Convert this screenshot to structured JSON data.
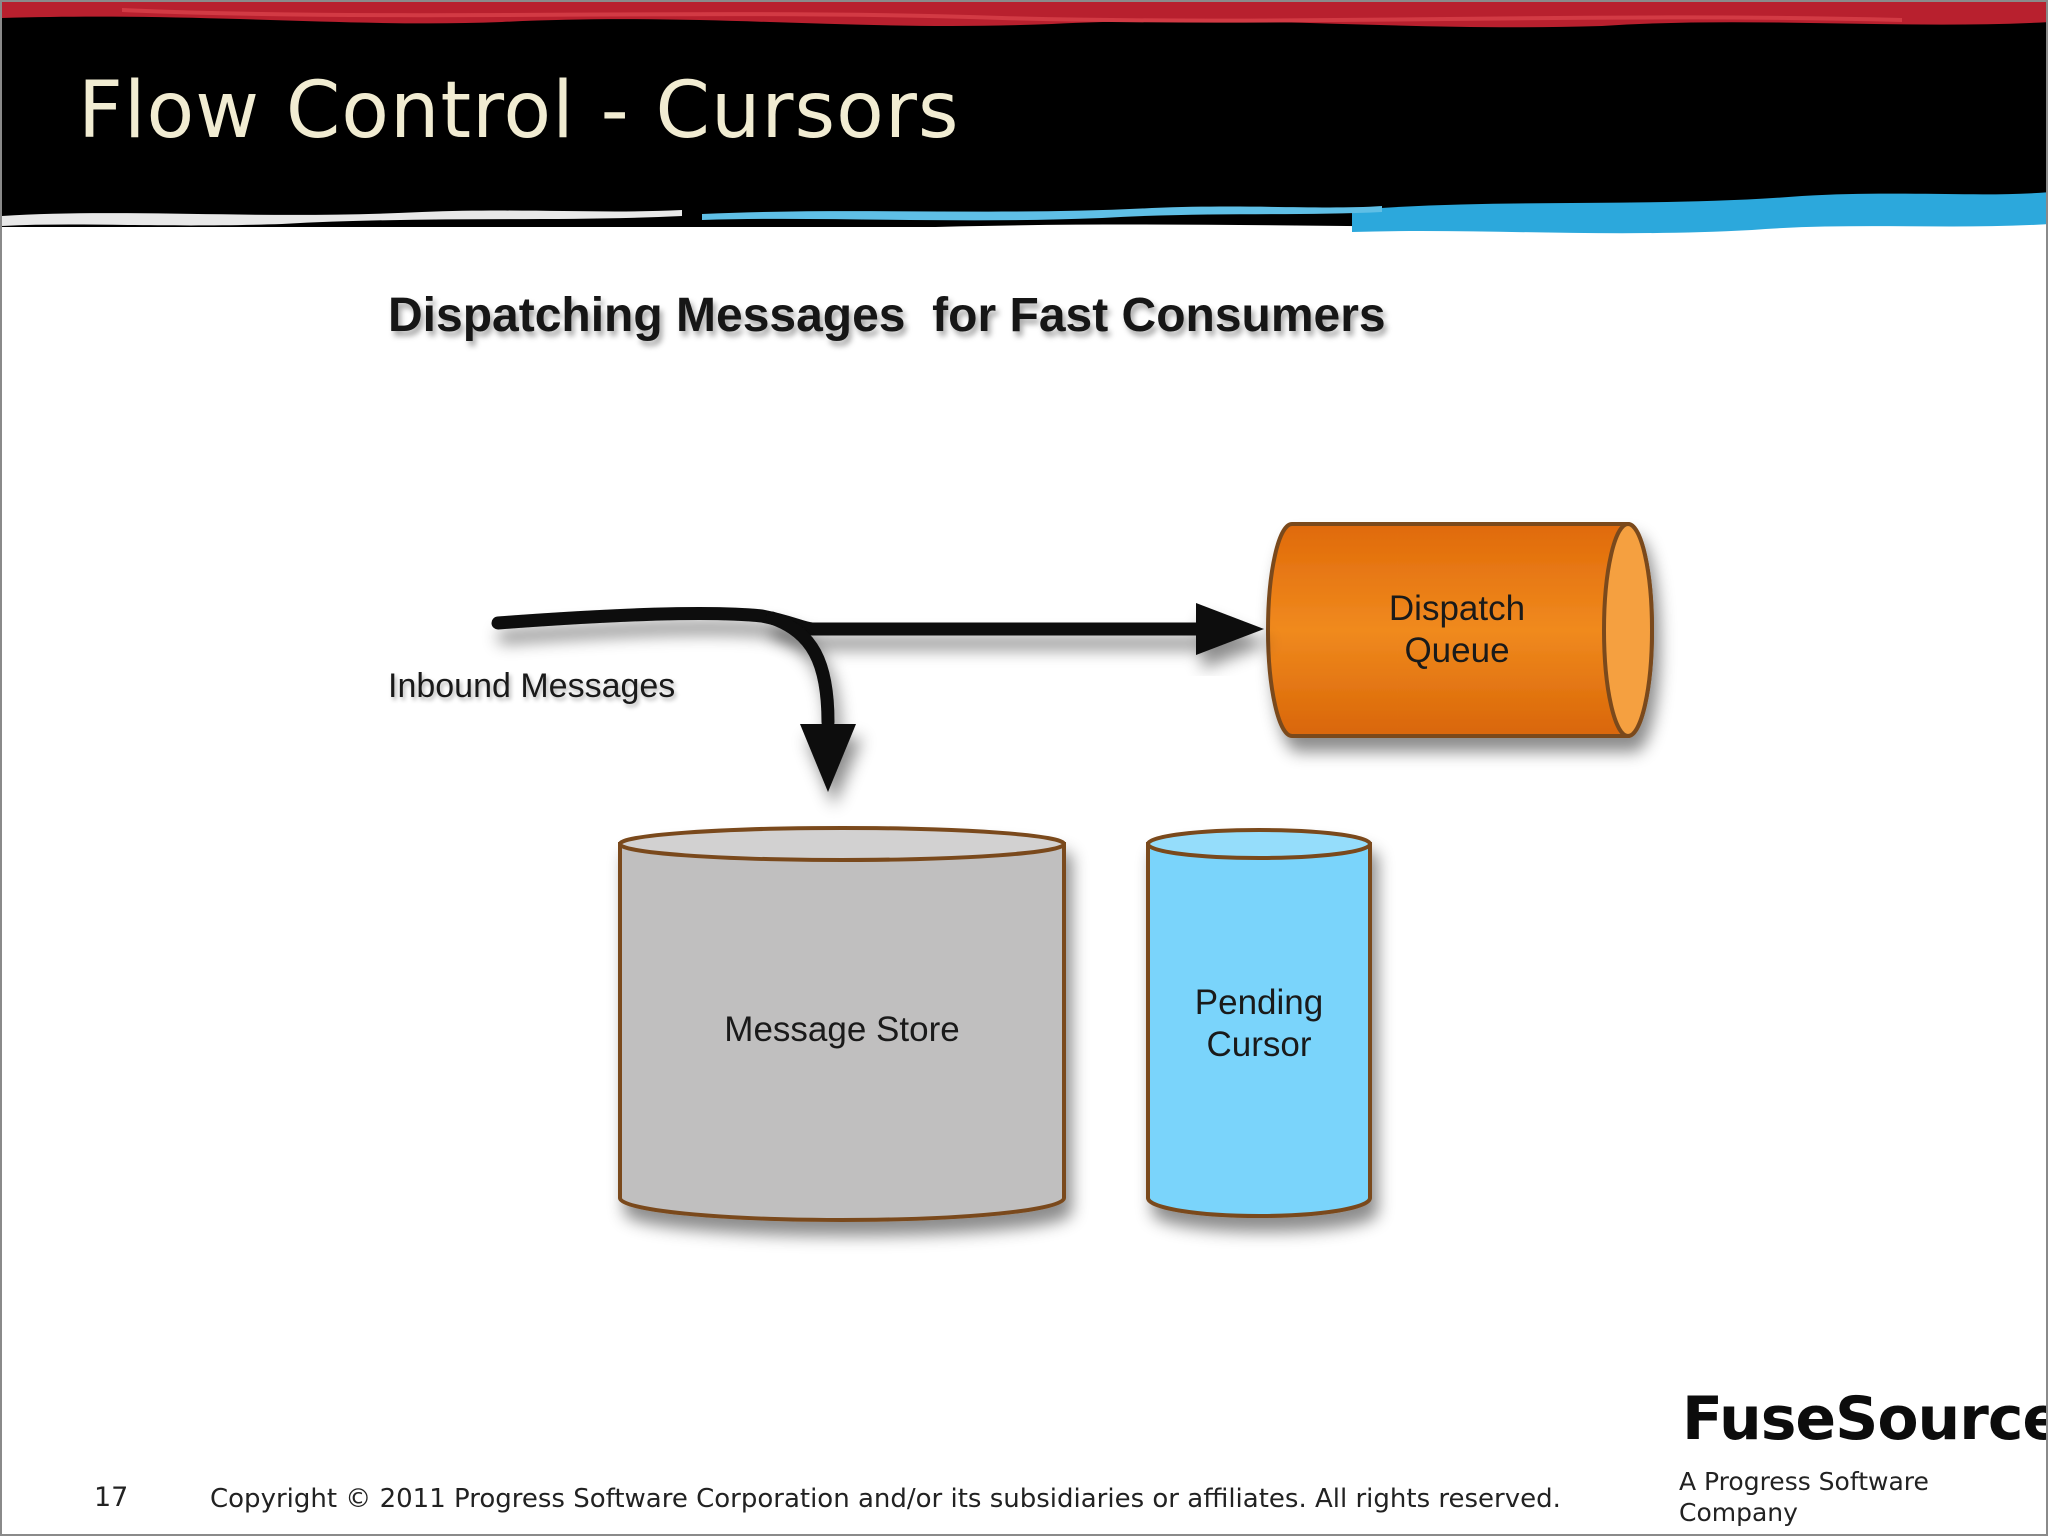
{
  "slide": {
    "title": "Flow Control - Cursors",
    "page_number": "17",
    "copyright": "Copyright © 2011  Progress Software Corporation and/or its subsidiaries or affiliates. All rights reserved.",
    "logo_text": "FuseSource",
    "tagline": "A Progress Software Company"
  },
  "diagram": {
    "title": "Dispatching Messages  for Fast Consumers",
    "inbound_label": "Inbound Messages",
    "dispatch_queue_label": "Dispatch\nQueue",
    "message_store_label": "Message Store",
    "pending_cursor_label": "Pending\nCursor",
    "colors": {
      "dispatch_queue": "#e87712",
      "message_store": "#c0bfbf",
      "pending_cursor": "#7ad4fb",
      "outline": "#7a4a1c",
      "arrow": "#0a0a0a",
      "header_bg": "#000000",
      "header_red": "#b8202e",
      "header_blue": "#2ca8dc"
    }
  }
}
